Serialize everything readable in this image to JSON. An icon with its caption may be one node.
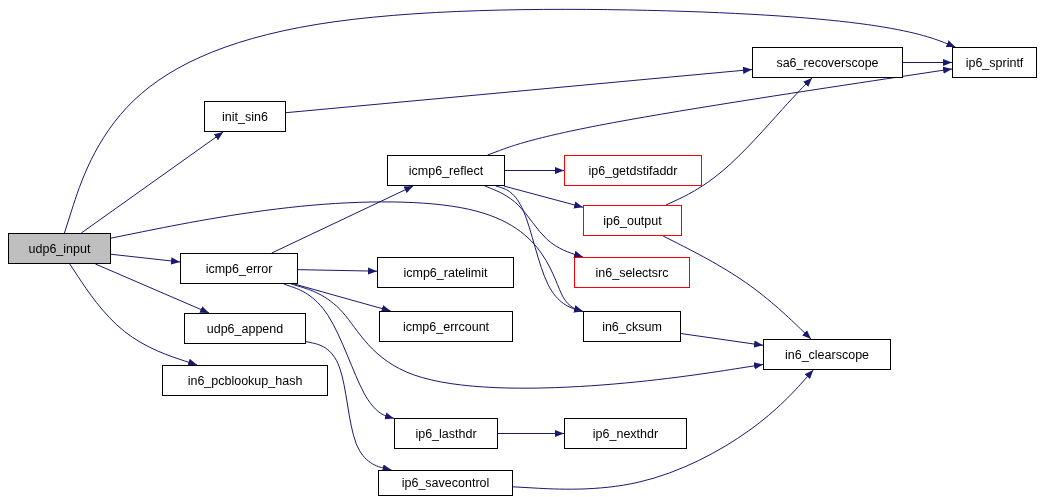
{
  "diagram": {
    "nodes": [
      {
        "text": [
          "udp6_input"
        ]
      },
      {
        "text": [
          "init_sin6"
        ]
      },
      {
        "text": [
          "icmp6_error"
        ]
      },
      {
        "text": [
          "udp6_append"
        ]
      },
      {
        "text": [
          "in6_pcblookup_hash"
        ]
      },
      {
        "text": [
          "icmp6_reflect"
        ]
      },
      {
        "text": [
          "sa6_recoverscope"
        ]
      },
      {
        "text": [
          "ip6_sprintf"
        ]
      },
      {
        "text": [
          "ip6_getdstifaddr"
        ]
      },
      {
        "text": [
          "ip6_output"
        ]
      },
      {
        "text": [
          "in6_selectsrc"
        ]
      },
      {
        "text": [
          "icmp6_ratelimit"
        ]
      },
      {
        "text": [
          "icmp6_errcount"
        ]
      },
      {
        "text": [
          "in6_cksum"
        ]
      },
      {
        "text": [
          "in6_clearscope"
        ]
      },
      {
        "text": [
          "ip6_lasthdr"
        ]
      },
      {
        "text": [
          "ip6_nexthdr"
        ]
      },
      {
        "text": [
          "ip6_savecontrol"
        ]
      }
    ],
    "edges": [
      {
        "from": 0,
        "to": 7,
        "arrow": "to"
      },
      {
        "from": 0,
        "to": 1,
        "arrow": "to"
      },
      {
        "from": 0,
        "to": 13,
        "arrow": "to"
      },
      {
        "from": 0,
        "to": 2,
        "arrow": "to"
      },
      {
        "from": 0,
        "to": 3,
        "arrow": "to"
      },
      {
        "from": 0,
        "to": 4,
        "arrow": "to"
      },
      {
        "from": 1,
        "to": 6,
        "arrow": "to"
      },
      {
        "from": 6,
        "to": 7,
        "arrow": "to"
      },
      {
        "from": 2,
        "to": 5,
        "arrow": "to"
      },
      {
        "from": 2,
        "to": 11,
        "arrow": "to"
      },
      {
        "from": 2,
        "to": 12,
        "arrow": "to"
      },
      {
        "from": 2,
        "to": 14,
        "arrow": "to"
      },
      {
        "from": 2,
        "to": 15,
        "arrow": "to"
      },
      {
        "from": 5,
        "to": 7,
        "arrow": "to"
      },
      {
        "from": 5,
        "to": 8,
        "arrow": "to"
      },
      {
        "from": 5,
        "to": 9,
        "arrow": "to"
      },
      {
        "from": 5,
        "to": 10,
        "arrow": "to"
      },
      {
        "from": 5,
        "to": 13,
        "arrow": "to"
      },
      {
        "from": 9,
        "to": 6,
        "arrow": "to"
      },
      {
        "from": 9,
        "to": 14,
        "arrow": "to"
      },
      {
        "from": 13,
        "to": 14,
        "arrow": "to"
      },
      {
        "from": 3,
        "to": 17,
        "arrow": "to"
      },
      {
        "from": 15,
        "to": 16,
        "arrow": "to"
      },
      {
        "from": 17,
        "to": 14,
        "arrow": "to"
      }
    ]
  }
}
